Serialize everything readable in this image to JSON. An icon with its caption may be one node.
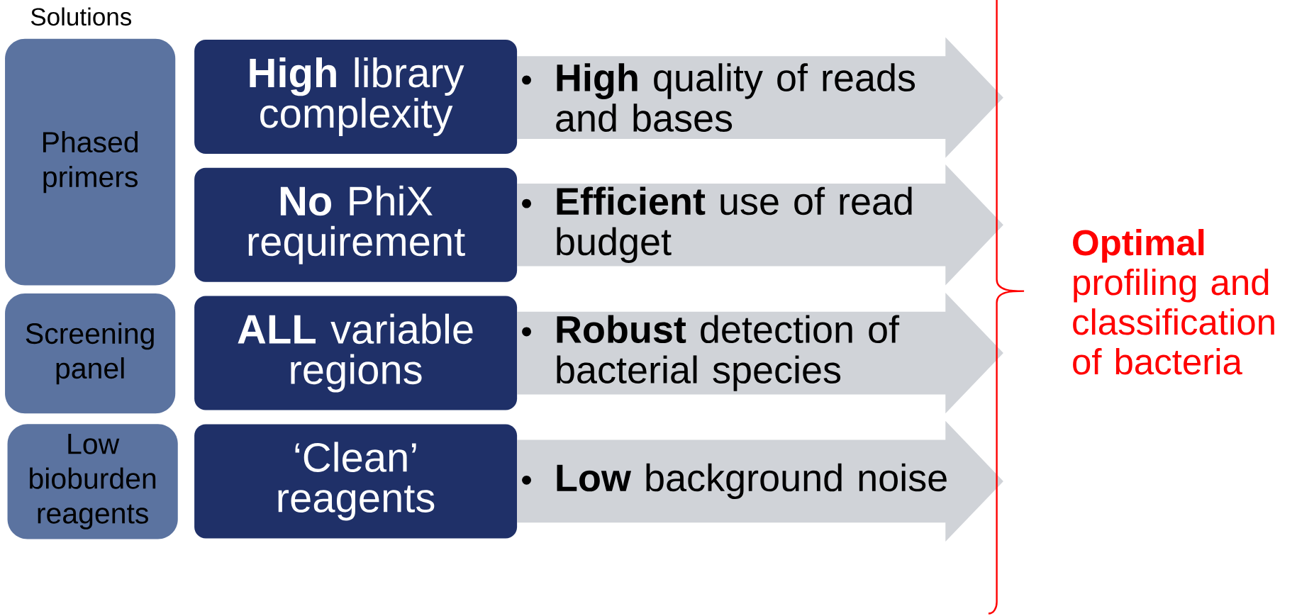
{
  "diagram": {
    "nodes": [
      {
        "text": [
          "Phased primers"
        ]
      },
      {
        "text": [
          "Screening panel"
        ]
      },
      {
        "text": [
          "Low bioburden reagents"
        ]
      },
      {
        "text": [
          "**High** library complexity"
        ]
      },
      {
        "text": [
          "**No** PhiX requirement"
        ]
      },
      {
        "text": [
          "**ALL** variable regions"
        ]
      },
      {
        "text": [
          "‘Clean’ reagents"
        ]
      },
      {
        "text": [
          "**High** quality of reads and bases"
        ]
      },
      {
        "text": [
          "**Efficient** use of read budget"
        ]
      },
      {
        "text": [
          "**Robust** detection of bacterial species"
        ]
      },
      {
        "text": [
          "**Low** background noise"
        ]
      },
      {
        "text": [
          "**Optimal** profiling and classification of bacteria"
        ]
      }
    ],
    "labels": [
      "Solutions"
    ]
  }
}
